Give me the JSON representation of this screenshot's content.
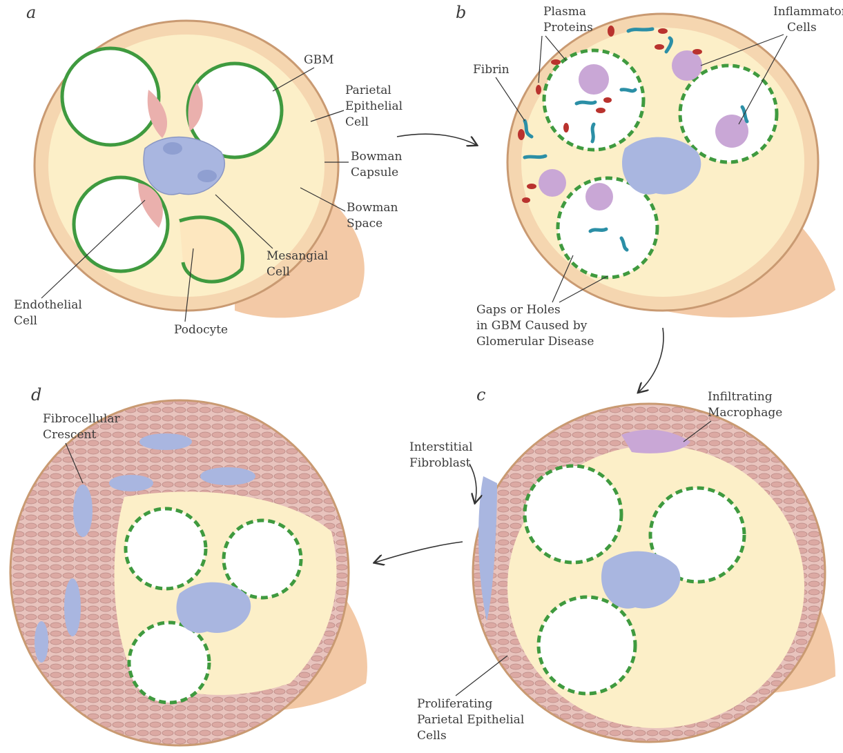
{
  "panels": {
    "a": {
      "letter": "a"
    },
    "b": {
      "letter": "b"
    },
    "c": {
      "letter": "c"
    },
    "d": {
      "letter": "d"
    }
  },
  "labels": {
    "a": {
      "gbm": "GBM",
      "parietal": [
        "Parietal",
        "Epithelial",
        "Cell"
      ],
      "bowman_capsule": [
        "Bowman",
        "Capsule"
      ],
      "bowman_space": [
        "Bowman",
        "Space"
      ],
      "mesangial": [
        "Mesangial",
        "Cell"
      ],
      "endothelial": [
        "Endothelial",
        "Cell"
      ],
      "podocyte": "Podocyte"
    },
    "b": {
      "plasma": [
        "Plasma",
        "Proteins"
      ],
      "inflammatory": [
        "Inflammatory",
        "Cells"
      ],
      "fibrin": "Fibrin",
      "gaps": [
        "Gaps or Holes",
        "in GBM Caused by",
        "Glomerular Disease"
      ]
    },
    "c": {
      "macrophage": [
        "Infiltrating",
        "Macrophage"
      ],
      "fibroblast": [
        "Interstitial",
        "Fibroblast"
      ],
      "proliferating": [
        "Proliferating",
        "Parietal Epithelial",
        "Cells"
      ]
    },
    "d": {
      "crescent": [
        "Fibrocellular",
        "Crescent"
      ]
    }
  },
  "colors": {
    "capsule_fill": "#f6d9b4",
    "capsule_edge": "#d4a277",
    "space_fill": "#fcefc4",
    "gbm": "#3f9a3f",
    "mesangial": "#a9b6e0",
    "endothelial": "#eab0ad",
    "inflammatory": "#c9a7d6",
    "plasma": "#b9322e",
    "fibrin": "#2b8fa6",
    "crescent": "#e5c0bb"
  }
}
